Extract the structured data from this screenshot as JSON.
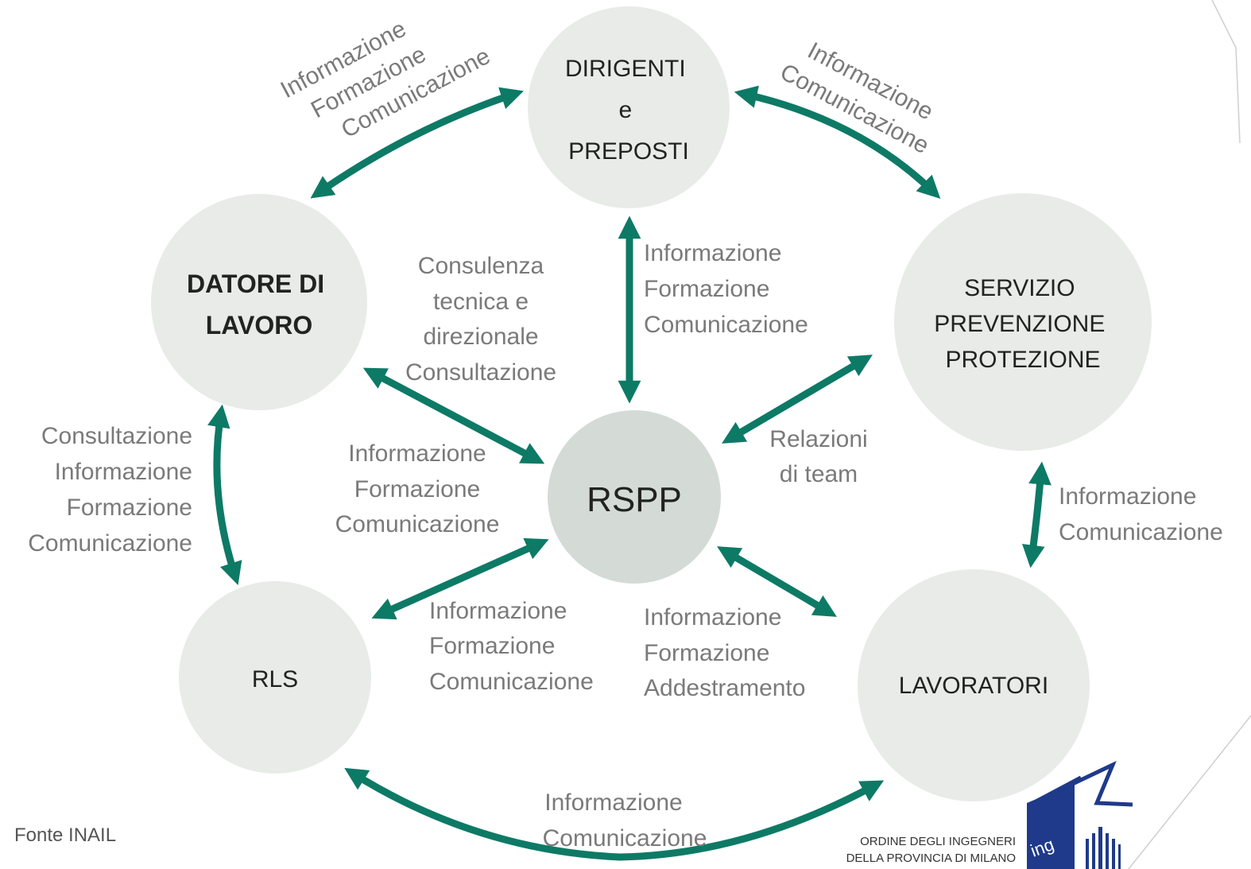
{
  "nodes": {
    "dirigenti": {
      "lines": [
        "DIRIGENTI",
        "e",
        "PREPOSTI"
      ]
    },
    "datore": {
      "lines": [
        "DATORE DI",
        "LAVORO"
      ]
    },
    "servizio": {
      "lines": [
        "SERVIZIO",
        "PREVENZIONE",
        "PROTEZIONE"
      ]
    },
    "rspp": {
      "lines": [
        "RSPP"
      ]
    },
    "rls": {
      "lines": [
        "RLS"
      ]
    },
    "lavoratori": {
      "lines": [
        "LAVORATORI"
      ]
    }
  },
  "edges": {
    "datore_dirigenti": [
      "Informazione",
      "Formazione",
      "Comunicazione"
    ],
    "dirigenti_servizio": [
      "Informazione",
      "Comunicazione"
    ],
    "dirigenti_rspp": [
      "Informazione",
      "Formazione",
      "Comunicazione"
    ],
    "datore_rspp_top": [
      "Consulenza",
      "tecnica e",
      "direzionale",
      "Consultazione"
    ],
    "datore_rspp_bottom": [
      "Informazione",
      "Formazione",
      "Comunicazione"
    ],
    "servizio_rspp": [
      "Relazioni",
      "di team"
    ],
    "servizio_lavoratori": [
      "Informazione",
      "Comunicazione"
    ],
    "datore_rls": [
      "Consultazione",
      "Informazione",
      "Formazione",
      "Comunicazione"
    ],
    "rspp_rls": [
      "Informazione",
      "Formazione",
      "Comunicazione"
    ],
    "rspp_lavoratori": [
      "Informazione",
      "Formazione",
      "Addestramento"
    ],
    "rls_lavoratori": [
      "Informazione",
      "Comunicazione"
    ]
  },
  "source": "Fonte INAIL",
  "logo": {
    "line1": "ORDINE DEGLI INGEGNERI",
    "line2": "DELLA PROVINCIA DI MILANO",
    "mark": "ing"
  },
  "colors": {
    "arrow": "#0d7a66",
    "node": "#e8ebe8",
    "rspp": "#d4dbd7",
    "edge_text": "#7a7a7a",
    "logo_blue": "#1f3a8a"
  }
}
